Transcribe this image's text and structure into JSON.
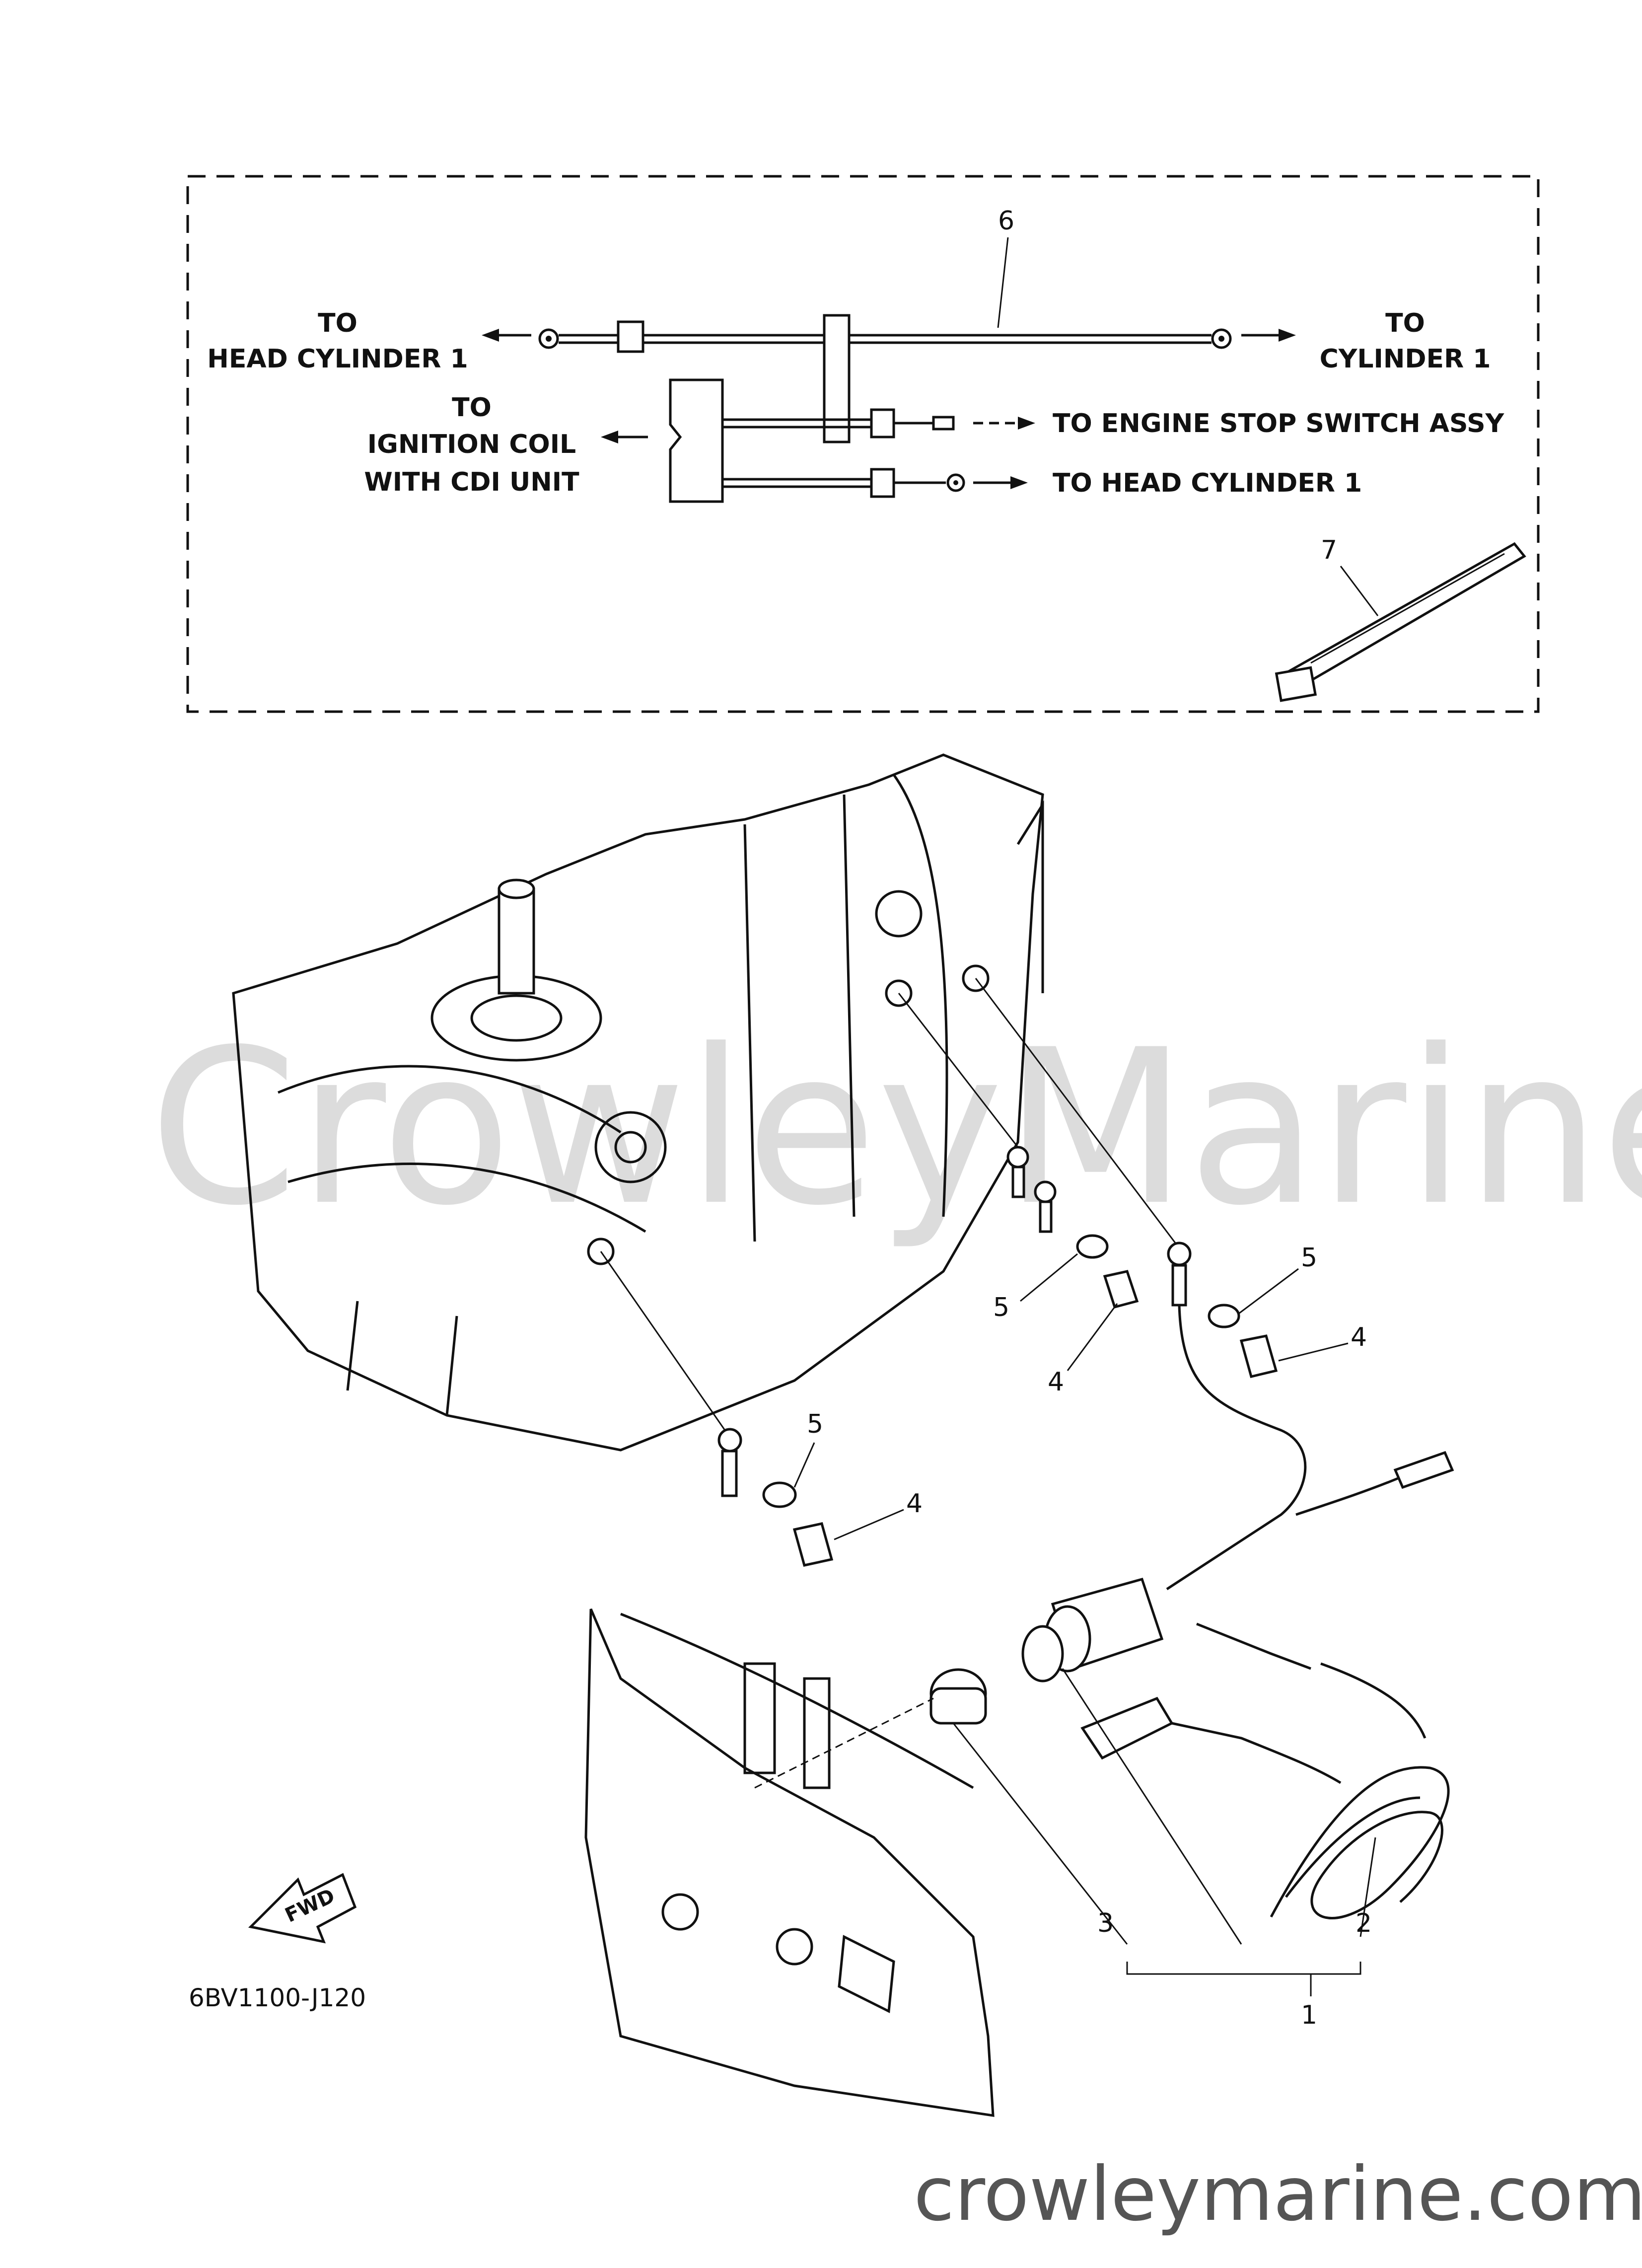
{
  "watermark": "CrowleyMarine",
  "footer_site": "crowleymarine.com",
  "diagram_code": "6BV1100-J120",
  "fwd_label": "FWD",
  "wiring_box": {
    "left_label_line1": "TO",
    "left_label_line2": "HEAD CYLINDER 1",
    "right_label_line1": "TO",
    "right_label_line2": "CYLINDER 1",
    "coil_label_line1": "TO",
    "coil_label_line2": "IGNITION COIL",
    "coil_label_line3": "WITH CDI UNIT",
    "stop_switch_label": "TO ENGINE STOP SWITCH ASSY",
    "head_cyl_label": "TO HEAD CYLINDER 1"
  },
  "callouts": {
    "c1": "1",
    "c2": "2",
    "c3": "3",
    "c4": "4",
    "c5": "5",
    "c6": "6",
    "c7": "7"
  }
}
